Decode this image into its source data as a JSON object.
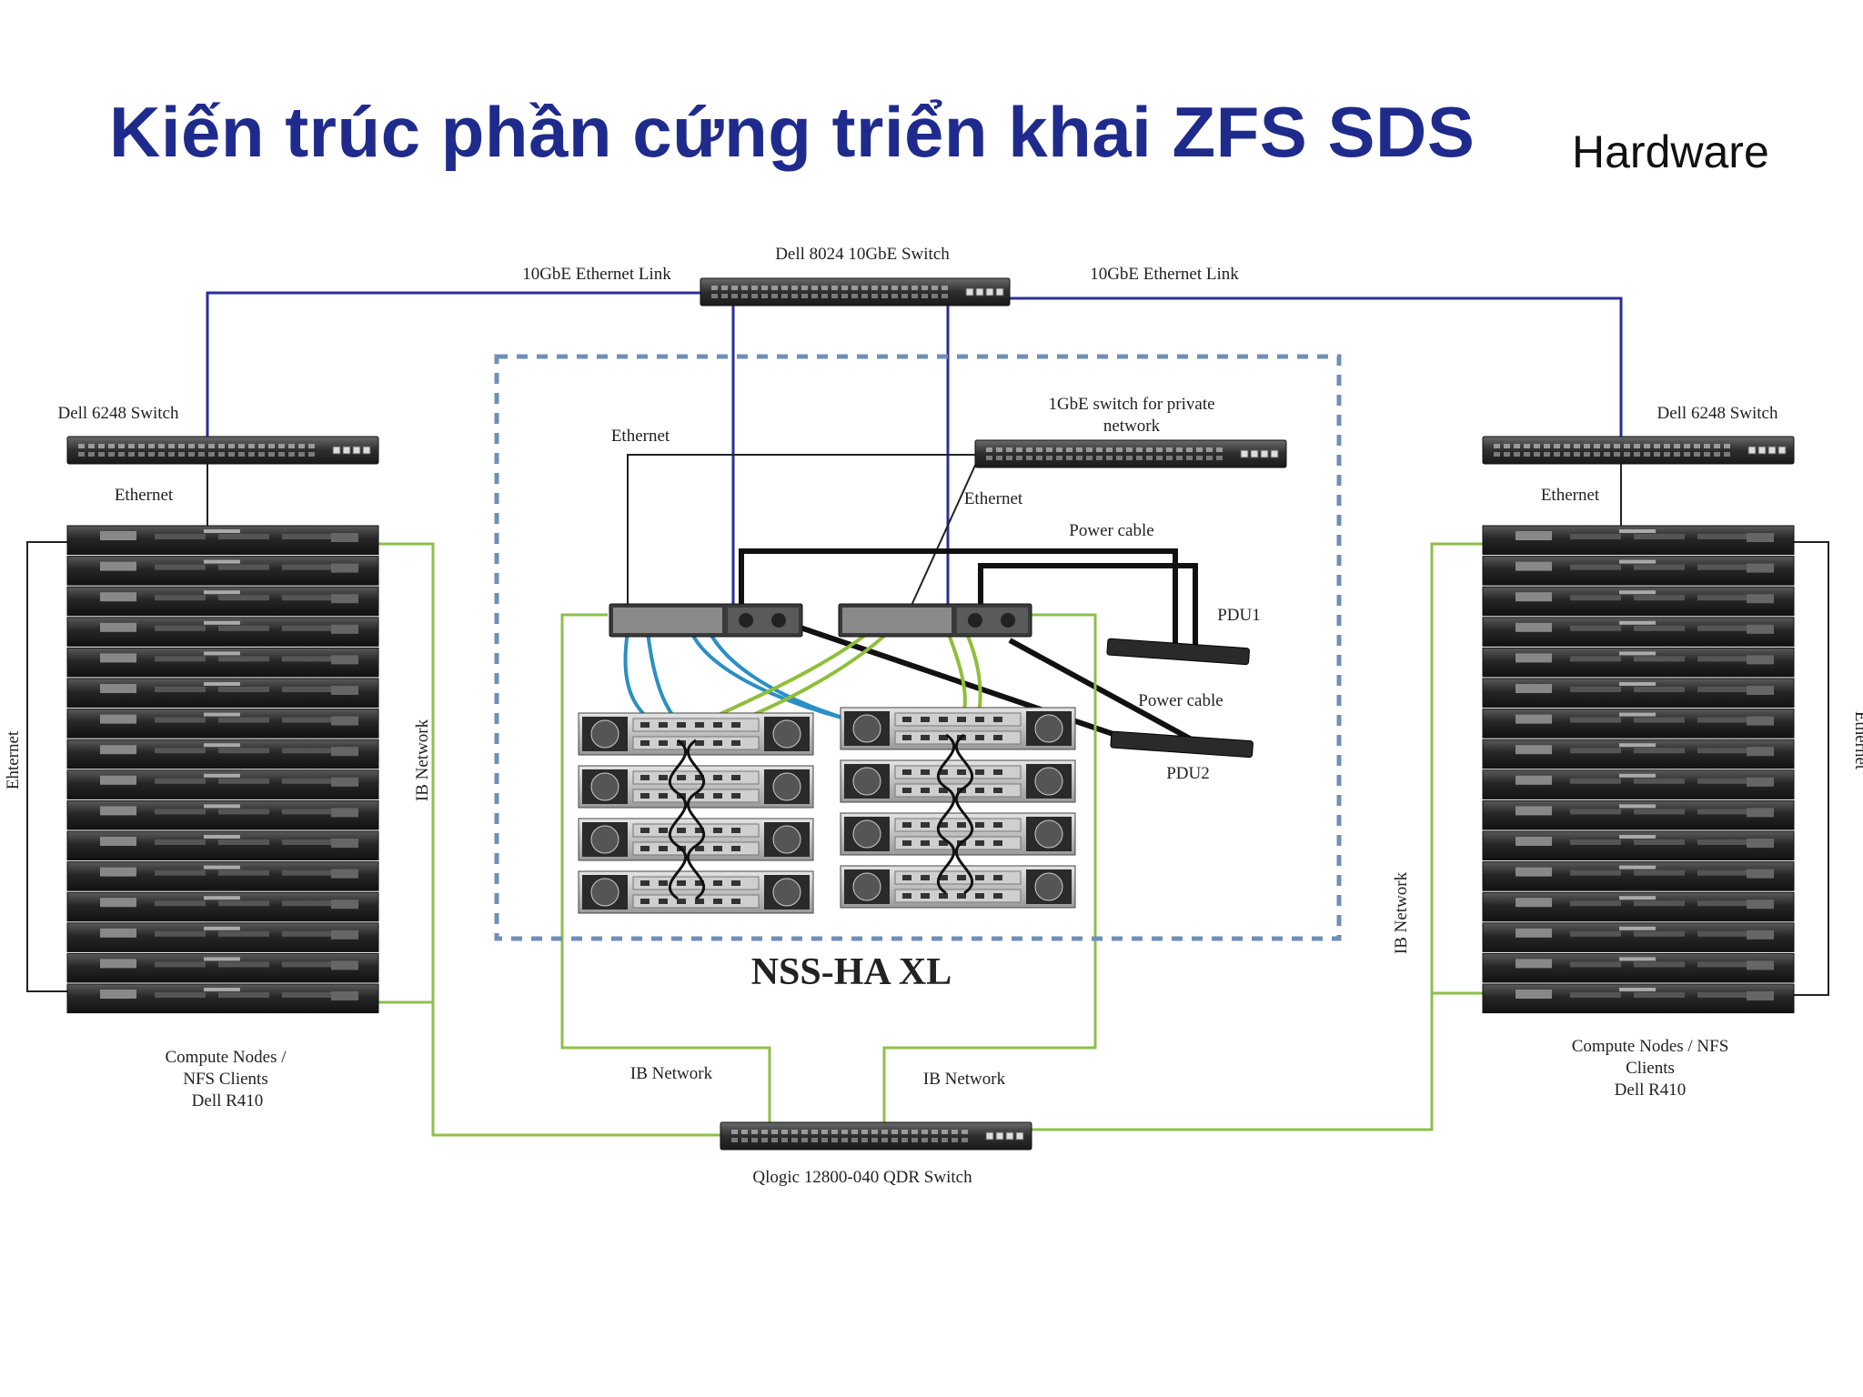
{
  "slide": {
    "title": "Kiến trúc phần cứng triển khai ZFS SDS",
    "tag": "Hardware"
  },
  "colors": {
    "title": "#1f2b8c",
    "ethernet_link": "#2a2f9a",
    "ib_network": "#8cc04a",
    "sas_cable_blue": "#2a8fc4",
    "sas_cable_green": "#8fbf3a",
    "enclosure_border": "#6f8fb8"
  },
  "diagram": {
    "top_switch": "Dell 8024 10GbE Switch",
    "link_left": "10GbE Ethernet Link",
    "link_right": "10GbE Ethernet Link",
    "left_switch": "Dell 6248 Switch",
    "right_switch": "Dell 6248 Switch",
    "private_switch_line1": "1GbE switch for private",
    "private_switch_line2": "network",
    "ethernet_inner_left": "Ethernet",
    "ethernet_inner_right": "Ethernet",
    "ethernet_left": "Ethernet",
    "ethernet_right": "Ethernet",
    "side_left": "Ehternet",
    "side_right": "Ethernet",
    "power_cable_top": "Power cable",
    "power_cable_bottom": "Power cable",
    "pdu1": "PDU1",
    "pdu2": "PDU2",
    "ib_left_vertical": "IB Network",
    "ib_right_vertical": "IB Network",
    "ib_bottom_left": "IB Network",
    "ib_bottom_right": "IB Network",
    "enclosure_label": "NSS-HA XL",
    "left_nodes_line1": "Compute Nodes /",
    "left_nodes_line2": "NFS Clients",
    "left_nodes_line3": "Dell R410",
    "right_nodes_line1": "Compute Nodes / NFS",
    "right_nodes_line2": "Clients",
    "right_nodes_line3": "Dell R410",
    "bottom_switch": "Qlogic 12800-040 QDR Switch"
  }
}
